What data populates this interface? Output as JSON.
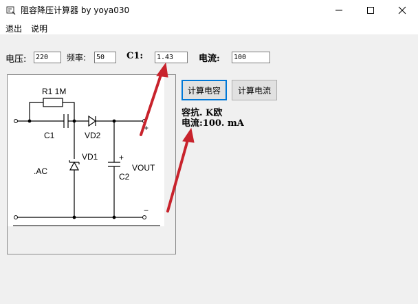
{
  "window": {
    "title": "阻容降压计算器 by yoya030"
  },
  "menu": {
    "items": [
      "退出",
      "说明"
    ]
  },
  "params": {
    "voltage_label": "电压:",
    "voltage_value": "220",
    "freq_label": "频率:",
    "freq_value": "50",
    "c1_label": "C1:",
    "c1_value": "1.43",
    "current_label": "电流:",
    "current_value": "100"
  },
  "buttons": {
    "calc_capacitance": "计算电容",
    "calc_current": "计算电流"
  },
  "results": {
    "reactance": "容抗. K欧",
    "current": "电流:100. mA"
  },
  "circuit": {
    "r1": "R1  1M",
    "c1": "C1",
    "vd2": "VD2",
    "vd1": "VD1",
    "ac": ".AC",
    "c2": "C2",
    "vout": "VOUT",
    "plus": "+",
    "minus": "−"
  },
  "colors": {
    "arrow": "#c8232c",
    "focus_border": "#0078d7"
  }
}
